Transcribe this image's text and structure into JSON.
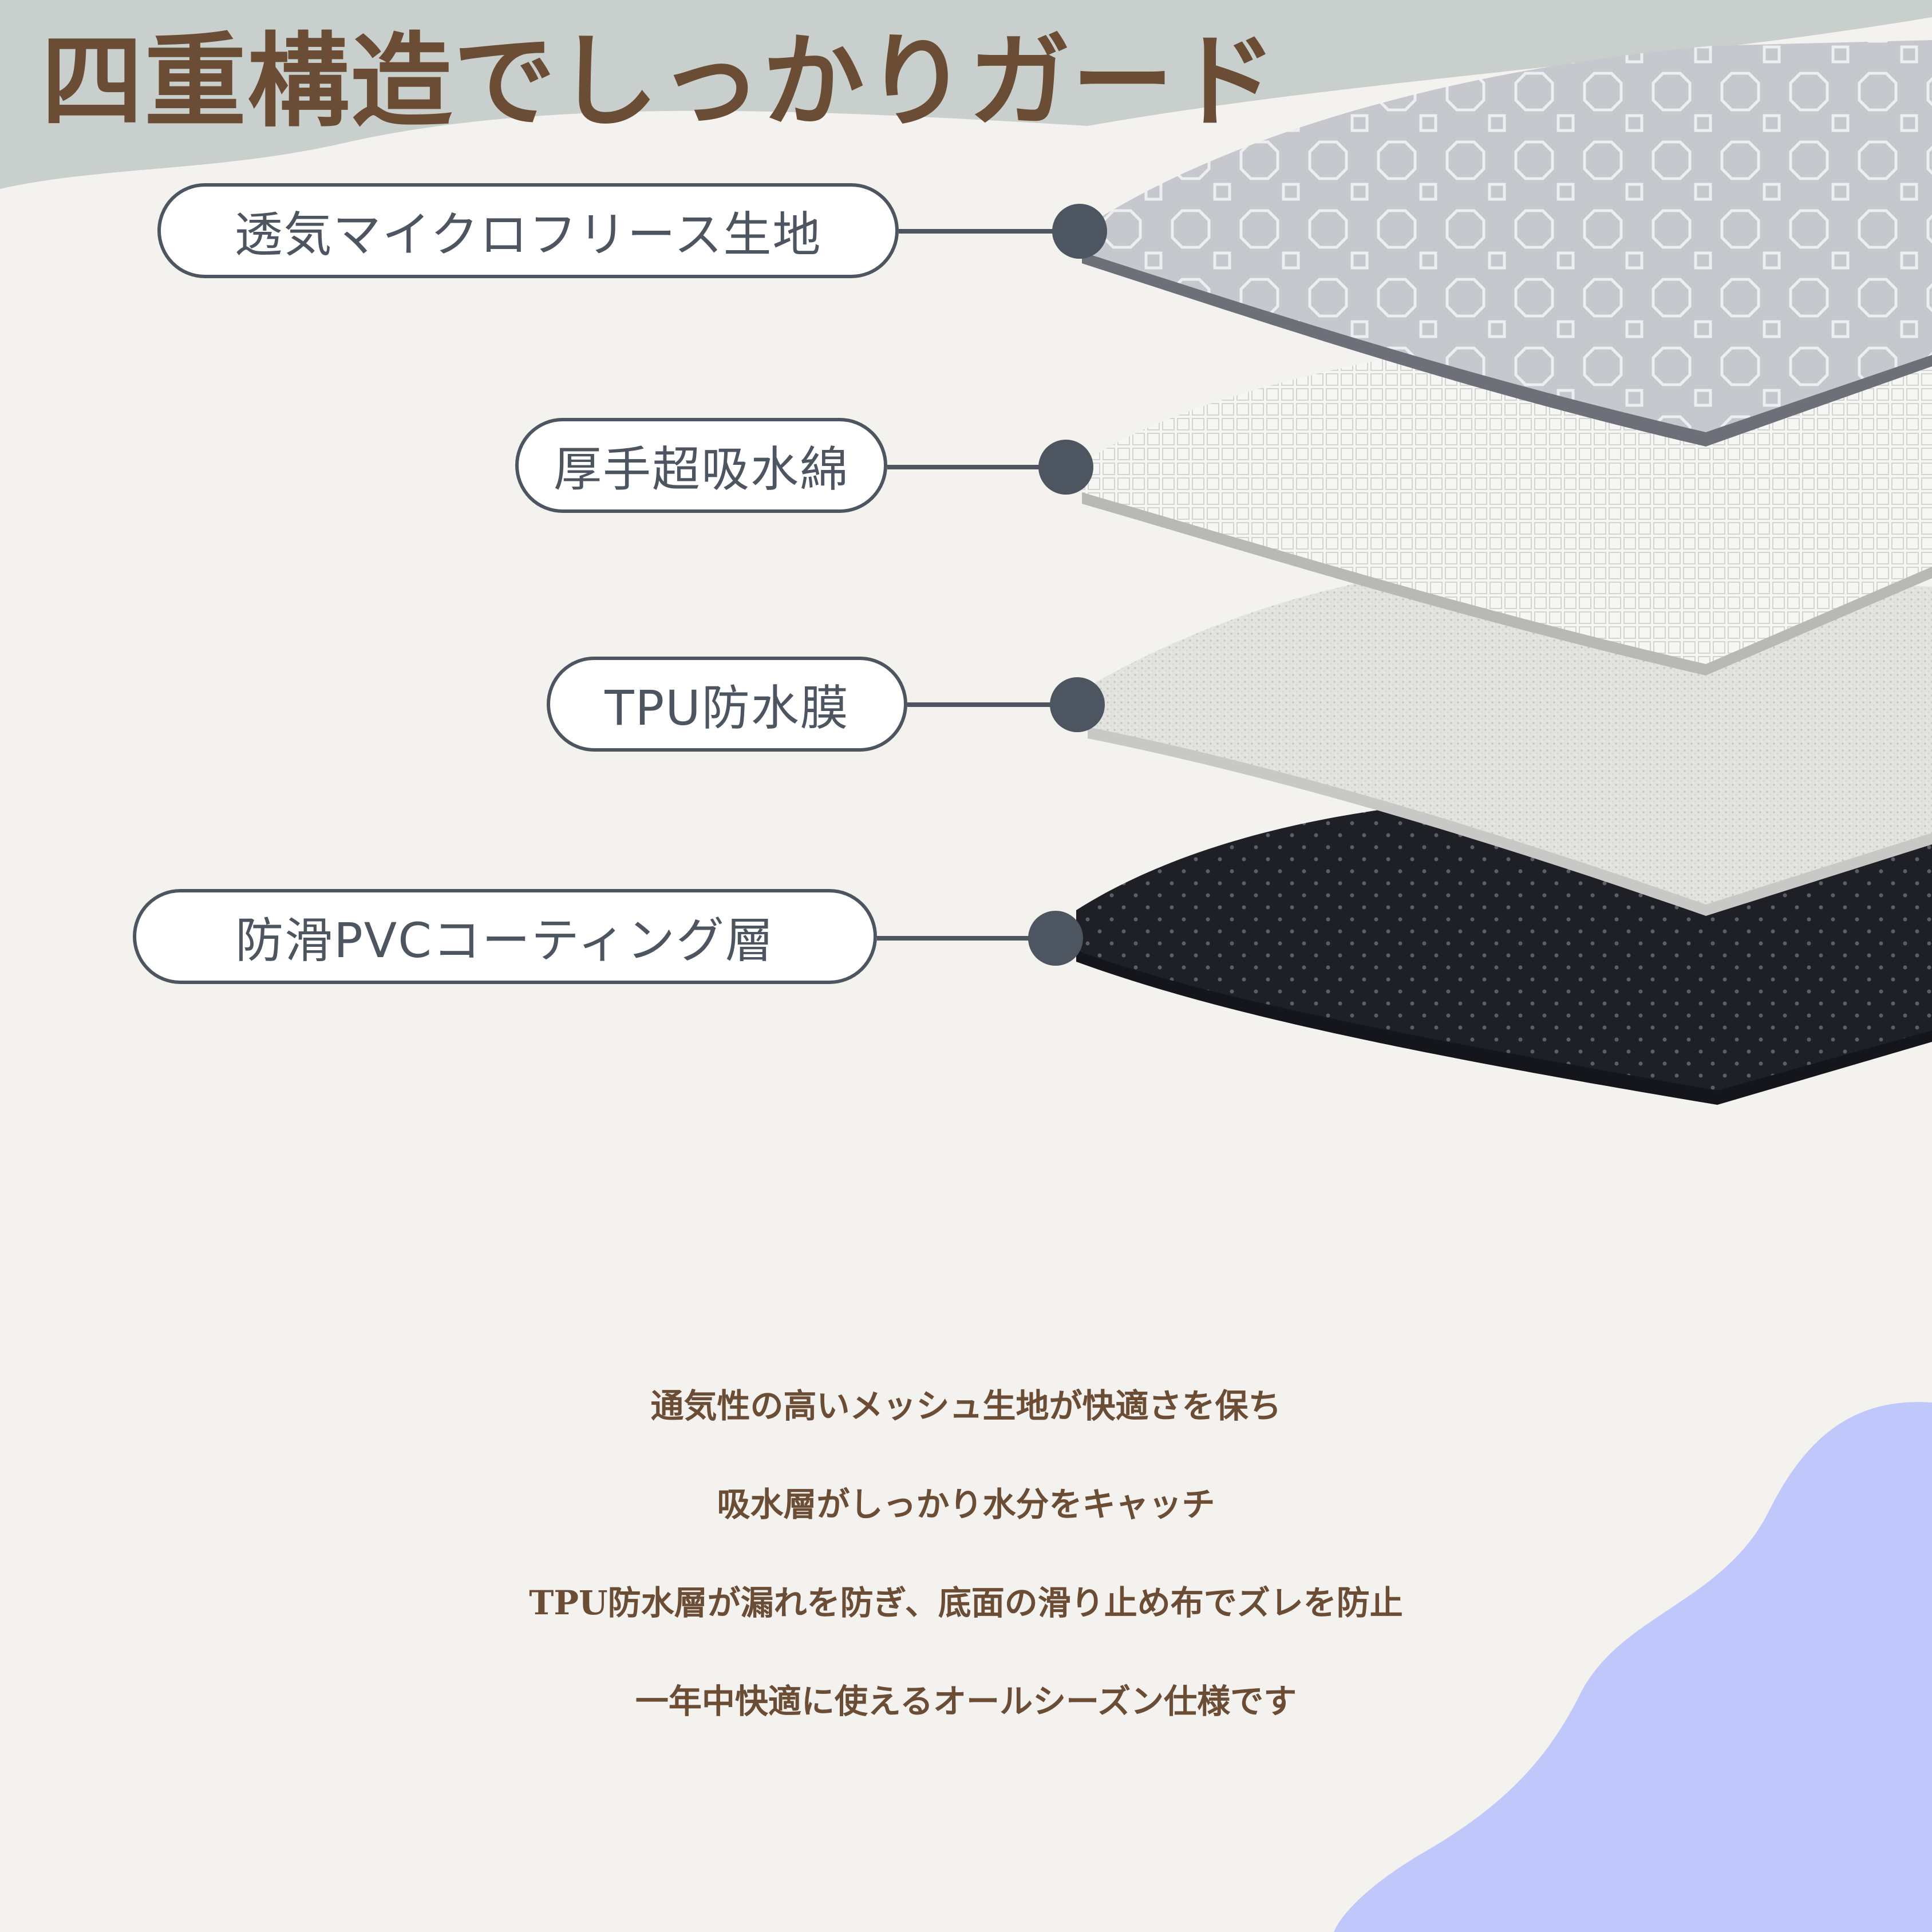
{
  "title": "四重構造でしっかりガード",
  "layers": [
    {
      "label": "透気マイクロフリース生地",
      "icon": "fleece-top-layer"
    },
    {
      "label": "厚手超吸水綿",
      "icon": "absorbent-cotton-layer"
    },
    {
      "label": "TPU防水膜",
      "icon": "tpu-membrane-layer"
    },
    {
      "label": "防滑PVCコーティング層",
      "icon": "pvc-dotted-bottom-layer"
    }
  ],
  "description": [
    "通気性の高いメッシュ生地が快適さを保ち",
    "吸水層がしっかり水分をキャッチ",
    "TPU防水層が漏れを防ぎ、底面の滑り止め布でズレを防止",
    "一年中快適に使えるオールシーズン仕様です"
  ],
  "colors": {
    "background": "#f3f2ee",
    "header_band": "#c9cfcd",
    "accent_blob": "#c0c8fb",
    "text_brown": "#6b4c35",
    "label_gray": "#4d5560",
    "fleece": "#c6c8ce",
    "cotton": "#f4f4f2",
    "tpu": "#e3e3e1",
    "pvc": "#1e2026"
  }
}
